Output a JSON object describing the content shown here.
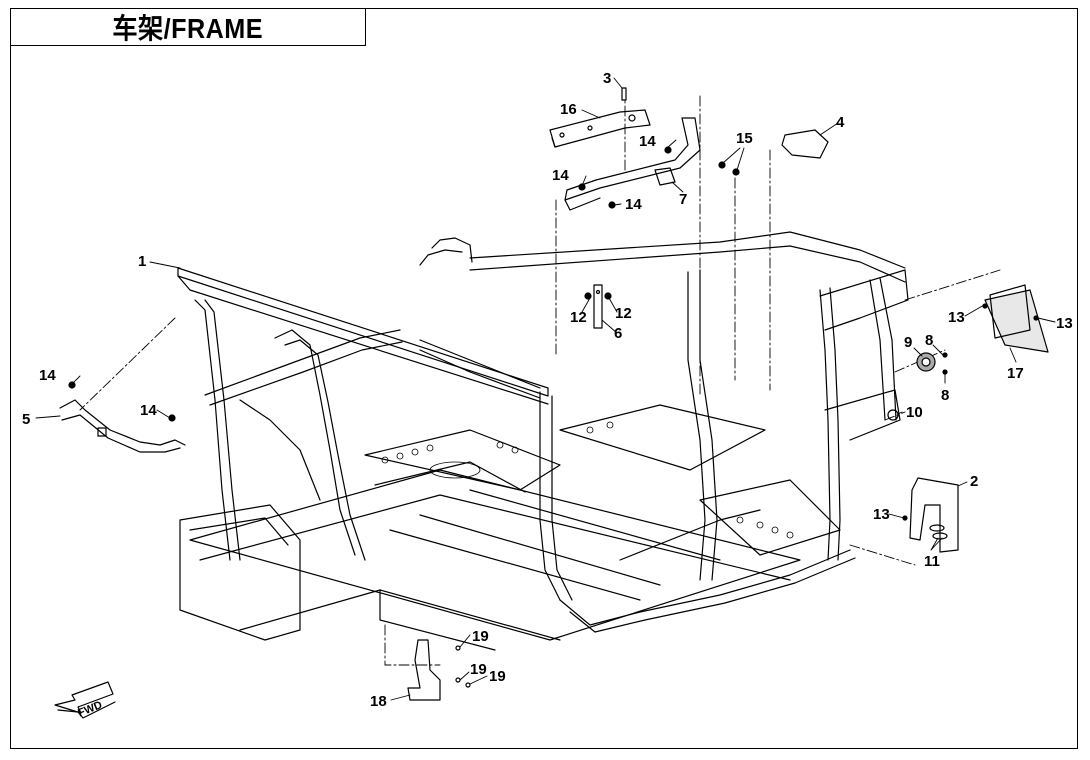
{
  "header": {
    "title": "车架/FRAME"
  },
  "callouts": [
    {
      "id": "1",
      "label": "1"
    },
    {
      "id": "2",
      "label": "2"
    },
    {
      "id": "3",
      "label": "3"
    },
    {
      "id": "4",
      "label": "4"
    },
    {
      "id": "5",
      "label": "5"
    },
    {
      "id": "6",
      "label": "6"
    },
    {
      "id": "7",
      "label": "7"
    },
    {
      "id": "8a",
      "label": "8"
    },
    {
      "id": "8b",
      "label": "8"
    },
    {
      "id": "9",
      "label": "9"
    },
    {
      "id": "10",
      "label": "10"
    },
    {
      "id": "11",
      "label": "11"
    },
    {
      "id": "12a",
      "label": "12"
    },
    {
      "id": "12b",
      "label": "12"
    },
    {
      "id": "13a",
      "label": "13"
    },
    {
      "id": "13b",
      "label": "13"
    },
    {
      "id": "13c",
      "label": "13"
    },
    {
      "id": "14a",
      "label": "14"
    },
    {
      "id": "14b",
      "label": "14"
    },
    {
      "id": "14c",
      "label": "14"
    },
    {
      "id": "14d",
      "label": "14"
    },
    {
      "id": "14e",
      "label": "14"
    },
    {
      "id": "15",
      "label": "15"
    },
    {
      "id": "16",
      "label": "16"
    },
    {
      "id": "17",
      "label": "17"
    },
    {
      "id": "18",
      "label": "18"
    },
    {
      "id": "19a",
      "label": "19"
    },
    {
      "id": "19b",
      "label": "19"
    },
    {
      "id": "19c",
      "label": "19"
    }
  ],
  "direction_marker": {
    "label": "FWD",
    "icon": "fwd-arrow-icon"
  }
}
